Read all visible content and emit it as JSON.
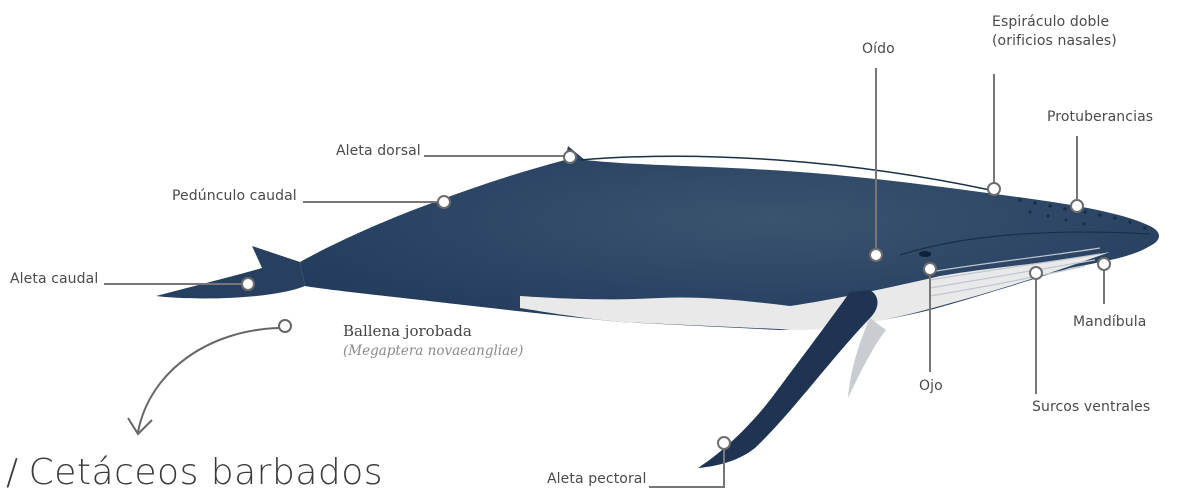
{
  "species": {
    "common_name": "Ballena jorobada",
    "scientific_name": "(Megaptera novaeangliae)"
  },
  "section_heading": "Cetáceos barbados",
  "labels": {
    "aleta_caudal": "Aleta caudal",
    "pedunculo_caudal": "Pedúnculo caudal",
    "aleta_dorsal": "Aleta dorsal",
    "oido": "Oído",
    "espiraculo_line1": "Espiráculo doble",
    "espiraculo_line2": "(orificios nasales)",
    "protuberancias": "Protuberancias",
    "mandibula": "Mandíbula",
    "surcos_ventrales": "Surcos ventrales",
    "ojo": "Ojo",
    "aleta_pectoral": "Aleta pectoral"
  },
  "colors": {
    "whale_body": "#2b4464",
    "whale_dark": "#1f3452",
    "belly": "#e6e6e6",
    "leader_line": "#777777"
  }
}
